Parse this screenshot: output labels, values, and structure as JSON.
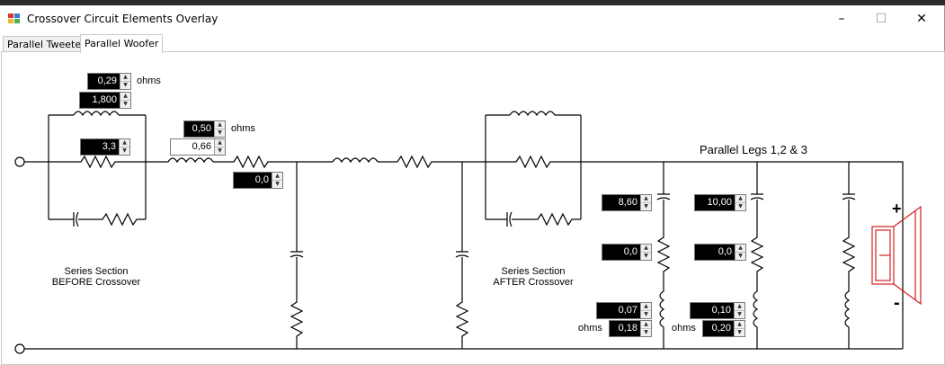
{
  "window": {
    "title": "Crossover Circuit Elements Overlay",
    "minimize": "–",
    "maximize": "☐",
    "close": "✕"
  },
  "tabs": [
    {
      "label": "Parallel Tweeter",
      "active": false
    },
    {
      "label": "Parallel Woofer",
      "active": true
    }
  ],
  "series_before": {
    "inductor_res": "0,29",
    "inductor_res_unit": "ohms",
    "inductor_val": "1,800",
    "resistor_val": "3,3",
    "caption_line1": "Series Section",
    "caption_line2": "BEFORE Crossover"
  },
  "main_series": {
    "inductor_res": "0,50",
    "inductor_res_unit": "ohms",
    "inductor_val": "0,66",
    "resistor_val": "0,0"
  },
  "series_after": {
    "caption_line1": "Series Section",
    "caption_line2": "AFTER Crossover"
  },
  "parallel_legs": {
    "title": "Parallel Legs 1,2 & 3",
    "leg1": {
      "capacitor": "8,60",
      "resistor": "0,0",
      "inductor_res": "0,07",
      "inductor_val": "0,18",
      "unit": "ohms"
    },
    "leg2": {
      "capacitor": "10,00",
      "resistor": "0,0",
      "inductor_res": "0,10",
      "inductor_val": "0,20",
      "unit": "ohms"
    }
  },
  "speaker": {
    "plus": "+",
    "minus": "-"
  },
  "colors": {
    "speaker": "#d42020",
    "spinbox_bg": "#000000"
  }
}
